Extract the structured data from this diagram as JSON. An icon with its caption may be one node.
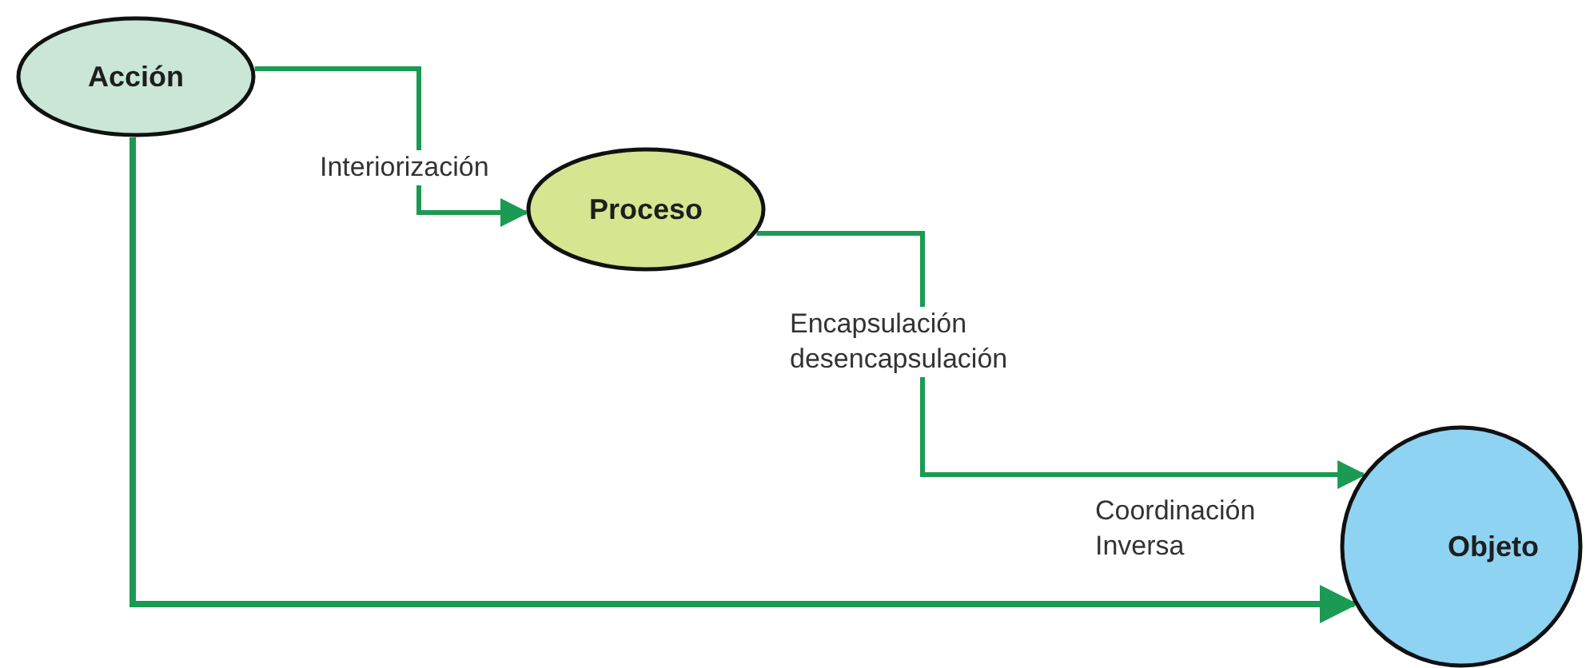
{
  "diagram": {
    "nodes": [
      {
        "text": [
          "Acción"
        ]
      },
      {
        "text": [
          "Proceso"
        ]
      },
      {
        "text": [
          "Objeto"
        ]
      }
    ],
    "edges": [
      {
        "from": 0,
        "to": 1,
        "arrow": "to",
        "label": "Interiorización"
      },
      {
        "from": 1,
        "to": 2,
        "arrow": "to",
        "label": "Encapsulación desencapsulación"
      },
      {
        "from": 0,
        "to": 2,
        "arrow": "to",
        "label": "Coordinación Inversa"
      }
    ]
  }
}
